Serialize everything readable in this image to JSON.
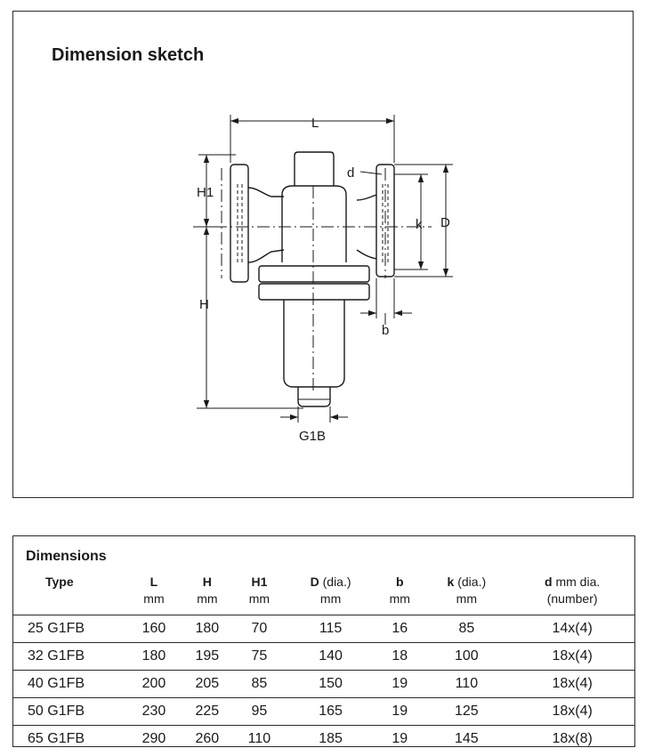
{
  "sketch": {
    "title": "Dimension sketch",
    "labels": {
      "L": "L",
      "H1": "H1",
      "H": "H",
      "D": "D",
      "k": "k",
      "d": "d",
      "b": "b",
      "G1B": "G1B"
    }
  },
  "dimensions_table": {
    "title": "Dimensions",
    "columns": [
      {
        "name": "Type",
        "suffix": "",
        "unit": ""
      },
      {
        "name": "L",
        "suffix": "",
        "unit": "mm"
      },
      {
        "name": "H",
        "suffix": "",
        "unit": "mm"
      },
      {
        "name": "H1",
        "suffix": "",
        "unit": "mm"
      },
      {
        "name": "D",
        "suffix": " (dia.)",
        "unit": "mm"
      },
      {
        "name": "b",
        "suffix": "",
        "unit": "mm"
      },
      {
        "name": "k",
        "suffix": " (dia.)",
        "unit": "mm"
      },
      {
        "name": "d",
        "suffix": " mm dia.",
        "unit": "(number)"
      }
    ],
    "rows": [
      [
        "25 G1FB",
        "160",
        "180",
        "70",
        "115",
        "16",
        "85",
        "14x(4)"
      ],
      [
        "32 G1FB",
        "180",
        "195",
        "75",
        "140",
        "18",
        "100",
        "18x(4)"
      ],
      [
        "40 G1FB",
        "200",
        "205",
        "85",
        "150",
        "19",
        "110",
        "18x(4)"
      ],
      [
        "50 G1FB",
        "230",
        "225",
        "95",
        "165",
        "19",
        "125",
        "18x(4)"
      ],
      [
        "65 G1FB",
        "290",
        "260",
        "110",
        "185",
        "19",
        "145",
        "18x(8)"
      ]
    ]
  }
}
